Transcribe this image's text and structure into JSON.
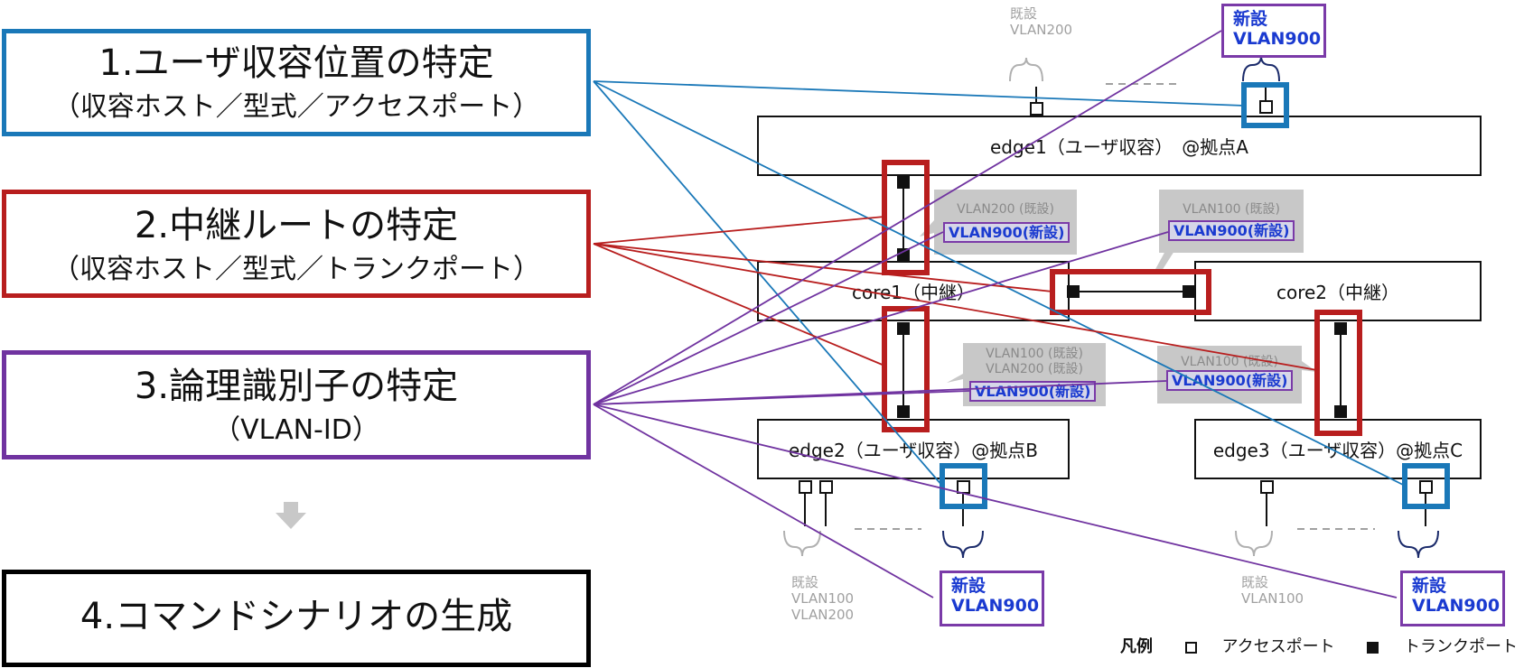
{
  "steps": {
    "step1": {
      "title": "1.ユーザ収容位置の特定",
      "sub": "（収容ホスト／型式／アクセスポート）"
    },
    "step2": {
      "title": "2.中継ルートの特定",
      "sub": "（収容ホスト／型式／トランクポート）"
    },
    "step3": {
      "title": "3.論理識別子の特定",
      "sub": "（VLAN-ID）"
    },
    "step4": {
      "title": "4.コマンドシナリオの生成"
    }
  },
  "devices": {
    "edge1": "edge1（ユーザ収容）　@拠点A",
    "core1": "core1（中継）",
    "core2": "core2（中継）",
    "edge2": "edge2（ユーザ収容）@拠点B",
    "edge3": "edge3（ユーザ収容）@拠点C"
  },
  "notes": {
    "edge1_existing": "既設\nVLAN200",
    "edge2_existing": "既設\nVLAN100\nVLAN200",
    "edge3_existing": "既設\nVLAN100"
  },
  "new_vlans": {
    "edge1": "新設\nVLAN900",
    "edge2": "新設\nVLAN900",
    "edge3": "新設\nVLAN900"
  },
  "callouts": {
    "c1": {
      "existing": [
        "VLAN200 (既設)"
      ],
      "new": "VLAN900(新設)"
    },
    "c2": {
      "existing": [
        "VLAN100 (既設)"
      ],
      "new": "VLAN900(新設)"
    },
    "c3": {
      "existing": [
        "VLAN100 (既設)",
        "VLAN200 (既設)"
      ],
      "new": "VLAN900(新設)"
    },
    "c4": {
      "existing": [
        "VLAN100 (既設)"
      ],
      "new": "VLAN900(新設)"
    }
  },
  "legend": {
    "title": "凡例",
    "access": "アクセスポート",
    "trunk": "トランクポート"
  },
  "colors": {
    "blue": "#1a78b8",
    "red": "#b81e1e",
    "purple": "#7033a0",
    "new_text": "#1a3ad0"
  },
  "icons": {
    "down_arrow": "down-arrow-icon",
    "access_port": "access-port-icon",
    "trunk_port": "trunk-port-icon"
  }
}
